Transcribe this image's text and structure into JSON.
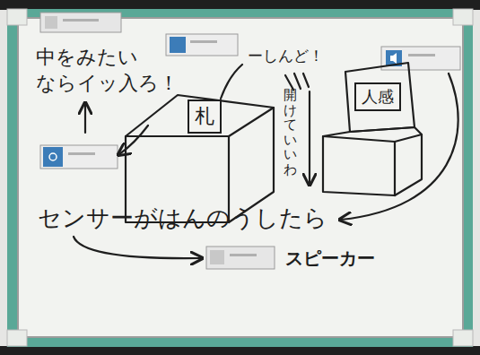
{
  "diagram": {
    "nodes": [
      {
        "text": [
          "札"
        ]
      },
      {
        "text": [
          "人感"
        ]
      }
    ],
    "labels": [
      "中をみたい ならイッ入ろ！",
      "ーしんど！",
      "開けていいわ",
      "センサーがはんのうしたら",
      "スピーカー"
    ]
  }
}
